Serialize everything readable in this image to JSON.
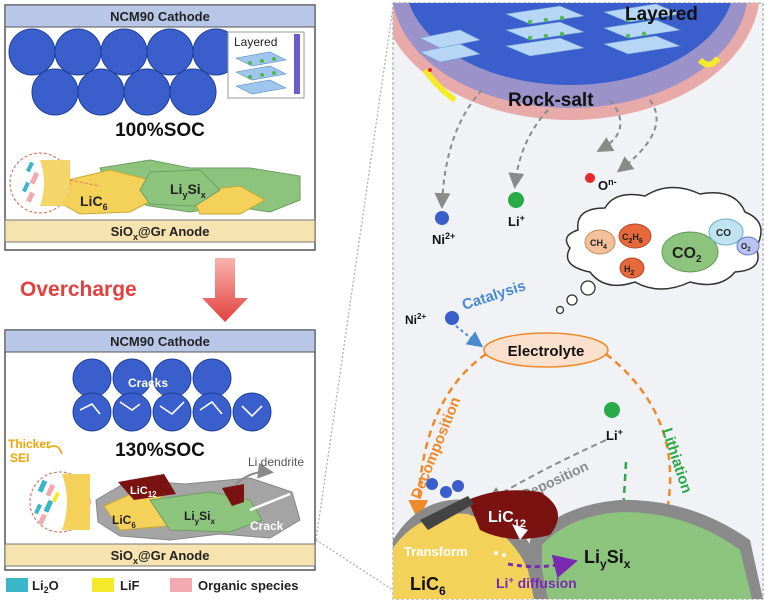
{
  "left": {
    "top_panel": {
      "cathode_label": "NCM90 Cathode",
      "layered_label": "Layered",
      "soc_label": "100%SOC",
      "lic6_main": "LiC",
      "lic6_sub": "6",
      "liysix_a": "Li",
      "liysix_b": "y",
      "liysix_c": "Si",
      "liysix_d": "x",
      "anode_a": "SiO",
      "anode_b": "x",
      "anode_c": "@Gr Anode"
    },
    "overcharge_label": "Overcharge",
    "bottom_panel": {
      "cathode_label": "NCM90 Cathode",
      "cracks_label": "Cracks",
      "soc_label": "130%SOC",
      "thicker_label": "Thicker",
      "sei_label": "SEI",
      "li_dendrite_label": "Li dendrite",
      "crack_label": "Crack",
      "lic12_main": "LiC",
      "lic12_sub": "12",
      "lic6_main": "LiC",
      "lic6_sub": "6",
      "liysix_a": "Li",
      "liysix_b": "y",
      "liysix_c": "Si",
      "liysix_d": "x",
      "anode_a": "SiO",
      "anode_b": "x",
      "anode_c": "@Gr Anode"
    },
    "legend": {
      "li2o_a": "Li",
      "li2o_b": "2",
      "li2o_c": "O",
      "lif": "LiF",
      "organic": "Organic species"
    }
  },
  "right": {
    "layered_label": "Layered",
    "rocksalt_label": "Rock-salt",
    "ni_label": "Ni",
    "ni_sup": "2+",
    "li_label": "Li",
    "li_sup": "+",
    "o_label": "O",
    "o_sup": "n-",
    "gas": {
      "co2_a": "CO",
      "co2_b": "2",
      "co": "CO",
      "o2_a": "O",
      "o2_b": "2",
      "ch4_a": "CH",
      "ch4_b": "4",
      "c2h6_a": "C",
      "c2h6_b": "2",
      "c2h6_c": "H",
      "c2h6_d": "6",
      "h2_a": "H",
      "h2_b": "2"
    },
    "ni2_label": "Ni",
    "ni2_sup": "2+",
    "catalysis_label": "Catalysis",
    "electrolyte_label": "Electrolyte",
    "decomposition_label": "Decomposition",
    "lithiation_label": "Lithiation",
    "deposition_label": "Deposition",
    "li2_label": "Li",
    "li2_sup": "+",
    "lic12_main": "LiC",
    "lic12_sub": "12",
    "transform_label": "Transform",
    "lic6_main": "LiC",
    "lic6_sub": "6",
    "diffusion_a": "Li",
    "diffusion_b": "+",
    "diffusion_c": " diffusion",
    "liysix_a": "Li",
    "liysix_b": "y",
    "liysix_c": "Si",
    "liysix_d": "x"
  },
  "colors": {
    "blue_particle": "#3a5fcd",
    "cathode_bar": "#b8c7e8",
    "anode_bar": "#f7e3b0",
    "lic6": "#f4d25a",
    "liysix": "#8cc47e",
    "lic12": "#7a1212",
    "overcharge_red": "#e3413f",
    "li2o": "#39b6c8",
    "lif": "#f5ea2a",
    "organic": "#f2a9b0",
    "orange_dash": "#ee8a2a",
    "green_dash": "#2aaa48",
    "purple_dash": "#7a2ab0"
  }
}
